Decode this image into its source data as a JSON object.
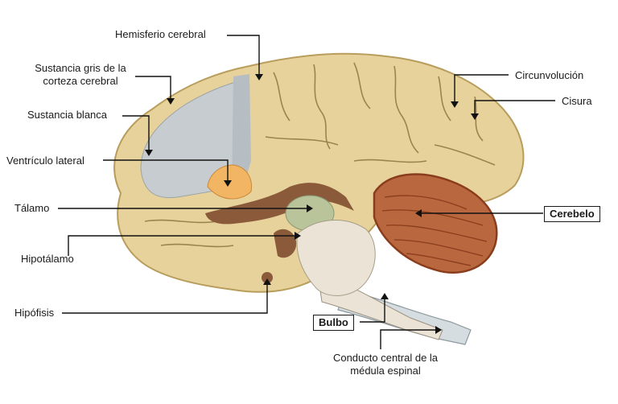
{
  "labels": {
    "hemisferio": "Hemisferio cerebral",
    "sustancia_gris_1": "Sustancia gris de la",
    "sustancia_gris_2": "corteza cerebral",
    "sustancia_blanca": "Sustancia blanca",
    "ventriculo": "Ventrículo lateral",
    "talamo": "Tálamo",
    "hipotalamo": "Hipotálamo",
    "hipofisis": "Hipófisis",
    "circunvolucion": "Circunvolución",
    "cisura": "Cisura",
    "cerebelo": "Cerebelo",
    "bulbo": "Bulbo",
    "conducto_1": "Conducto central de la",
    "conducto_2": "médula espinal"
  },
  "colors": {
    "cortex": "#e6d29a",
    "cortex_outline": "#b89d5c",
    "white_matter": "#c7ccd0",
    "ventricle": "#f2b563",
    "thalamus": "#b9c49a",
    "brainstem": "#e8e2d6",
    "cerebellum": "#b8673e",
    "cerebellum_edge": "#8a3d1c",
    "dark_tissue": "#8a5a3a"
  }
}
